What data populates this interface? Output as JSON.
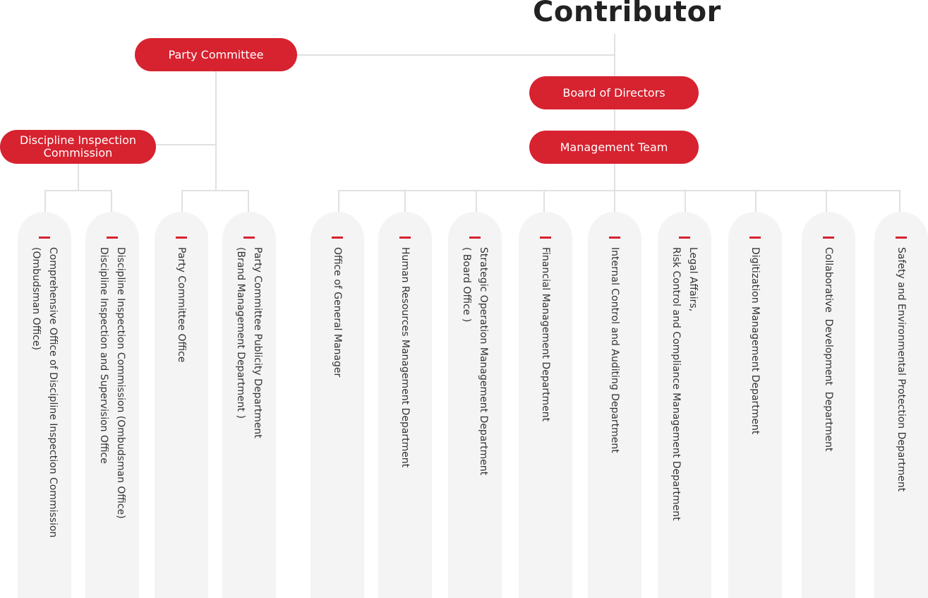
{
  "chart_data": {
    "type": "org-chart",
    "title": "Contributor",
    "nodes": {
      "party_committee": "Party Committee",
      "board": "Board of Directors",
      "management": "Management Team",
      "discipline": "Discipline Inspection\nCommission"
    },
    "departments": [
      "Comprehensive Office of Discipline Inspection Commission\n(Ombudsman Office)",
      "Discipline Inspection Commission (Ombudsman Office)\nDiscipline Inspection and Supervision Office",
      "Party Committee Office",
      "Party Committee Publicity Department\n(Brand Management Department )",
      "Office of General Manager",
      "Human Resources Management Department",
      "Strategic Operation Management Department\n( Board Office )",
      "Financial Management Department",
      "Internal Control and Auditing Department",
      "Legal Affairs,\nRisk Control and Compliance Management Department",
      "Digitization Management Department",
      "Collaborative  Development  Department",
      "Safety and Environmental Protection Department"
    ],
    "colors": {
      "accent": "#d7222f",
      "column_bg": "#f4f4f4",
      "connector": "#e1e1e1"
    }
  }
}
